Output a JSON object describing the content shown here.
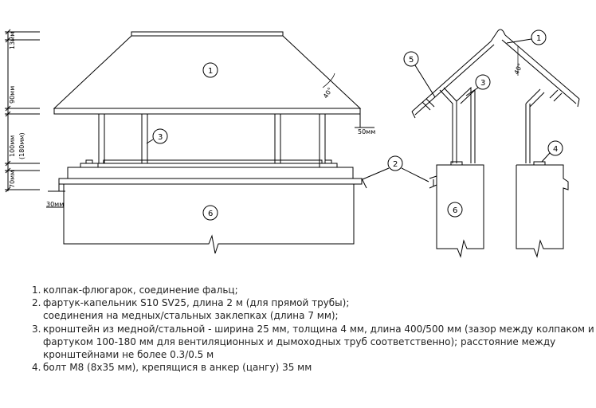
{
  "dimensions": {
    "d13": "13мм",
    "d90": "90мм",
    "d100": "100мм",
    "d180": "(180мм)",
    "d70": "70мм",
    "d50": "50мм",
    "d30": "30мм",
    "angle_left": "40°",
    "angle_right": "40°"
  },
  "callouts": {
    "c1": "1",
    "c2": "2",
    "c3": "3",
    "c4": "4",
    "c5": "5",
    "c6": "6"
  },
  "legend": [
    {
      "num": "1.",
      "lines": [
        "колпак-флюгарок, соединение фальц;"
      ]
    },
    {
      "num": "2.",
      "lines": [
        "фартук-капельник S10 SV25, длина 2 м (для  прямой трубы);",
        "соединения на медных/стальных заклепках  (длина 7 мм);"
      ]
    },
    {
      "num": "3.",
      "lines": [
        "кронштейн из медной/стальной - ширина 25 мм, толщина 4 мм, длина 400/500 мм (зазор между колпаком и",
        "фартуком 100-180 мм для вентиляционных и дымоходных труб соответственно); расстояние между",
        "кронштейнами не более 0.3/0.5 м"
      ]
    },
    {
      "num": "4.",
      "lines": [
        "болт М8 (8х35 мм), крепящися в анкер (цангу) 35 мм"
      ]
    }
  ]
}
